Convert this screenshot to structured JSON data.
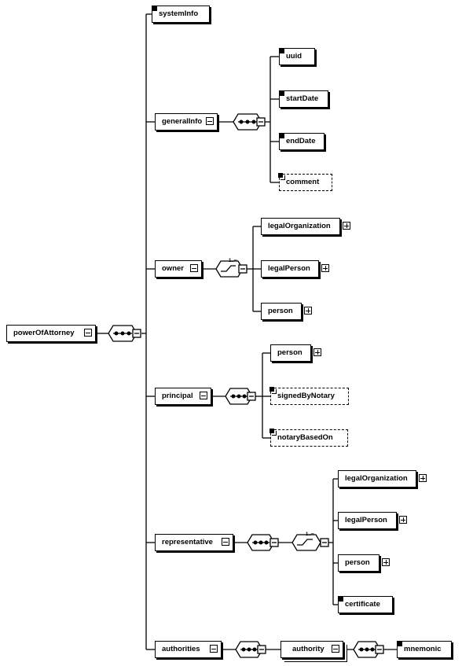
{
  "root": {
    "label": "powerOfAttorney"
  },
  "children": {
    "systemInfo": {
      "label": "systemInfo"
    },
    "generalInfo": {
      "label": "generalInfo",
      "items": [
        {
          "label": "uuid"
        },
        {
          "label": "startDate"
        },
        {
          "label": "endDate"
        },
        {
          "label": "comment"
        }
      ]
    },
    "owner": {
      "label": "owner",
      "items": [
        {
          "label": "legalOrganization"
        },
        {
          "label": "legalPerson"
        },
        {
          "label": "person"
        }
      ]
    },
    "principal": {
      "label": "principal",
      "items": [
        {
          "label": "person"
        },
        {
          "label": "signedByNotary"
        },
        {
          "label": "notaryBasedOn"
        }
      ]
    },
    "representative": {
      "label": "representative",
      "items": [
        {
          "label": "legalOrganization"
        },
        {
          "label": "legalPerson"
        },
        {
          "label": "person"
        },
        {
          "label": "certificate"
        }
      ]
    },
    "authorities": {
      "label": "authorities",
      "authority": {
        "label": "authority"
      },
      "mnemonic": {
        "label": "mnemonic"
      }
    }
  },
  "choice_marker": "1..∞"
}
